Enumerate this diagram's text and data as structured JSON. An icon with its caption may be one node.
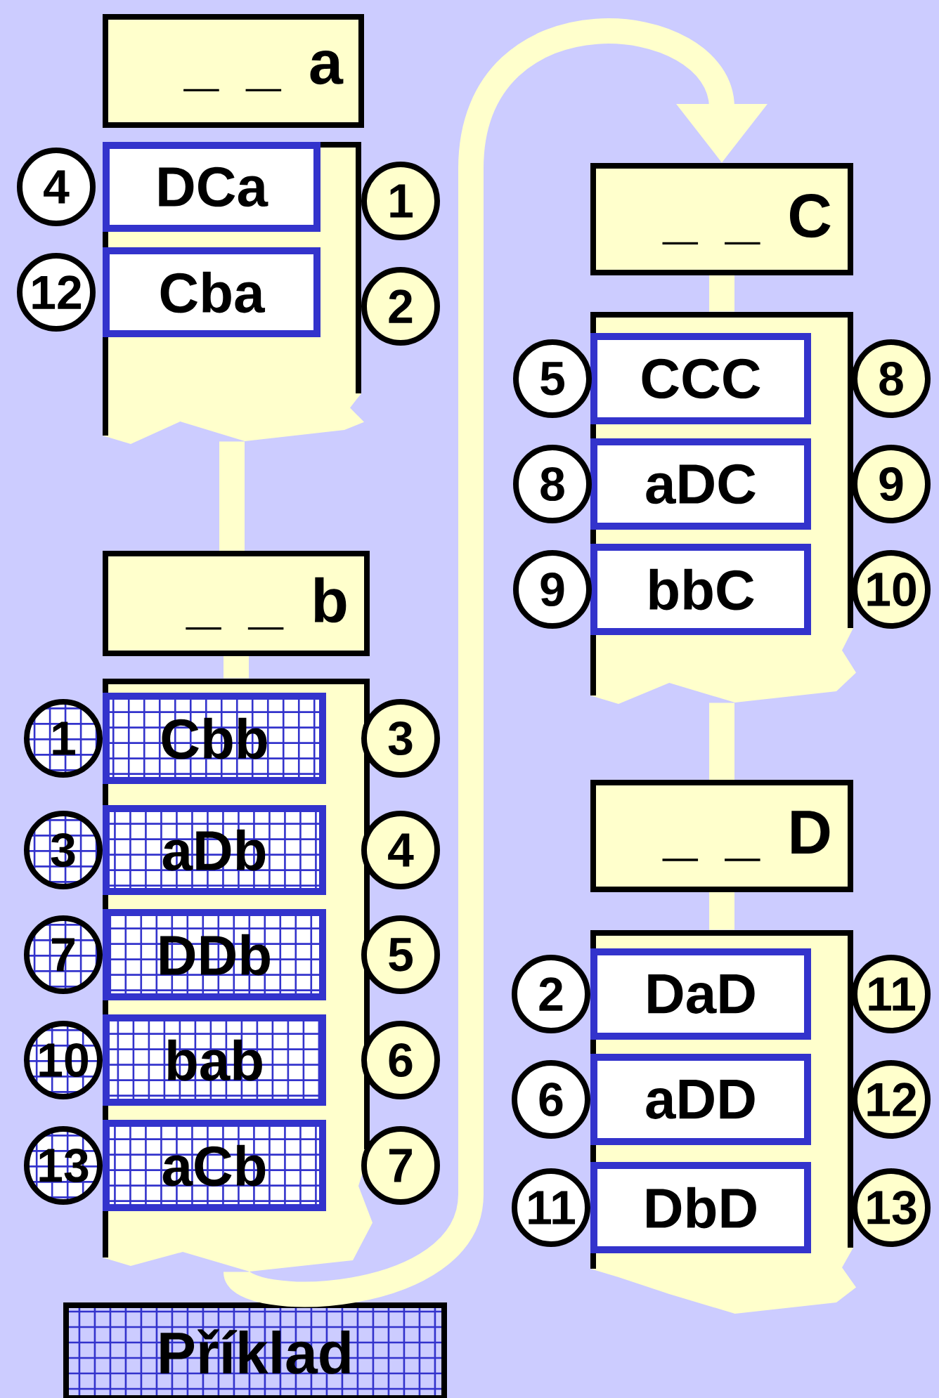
{
  "diagram": {
    "nodes": [
      {
        "text": [
          "_ _ a"
        ]
      },
      {
        "text": [],
        "shape": "box"
      },
      {
        "text": [
          "DCa"
        ],
        "in": 1
      },
      {
        "text": [
          "Cba"
        ],
        "in": 1
      },
      {
        "text": [
          "4"
        ]
      },
      {
        "text": [
          "1"
        ]
      },
      {
        "text": [
          "12"
        ]
      },
      {
        "text": [
          "2"
        ]
      },
      {
        "text": [
          "_ _ b"
        ]
      },
      {
        "text": [],
        "shape": "box"
      },
      {
        "text": [
          "Cbb"
        ],
        "in": 9
      },
      {
        "text": [
          "aDb"
        ],
        "in": 9
      },
      {
        "text": [
          "DDb"
        ],
        "in": 9
      },
      {
        "text": [
          "bab"
        ],
        "in": 9
      },
      {
        "text": [
          "aCb"
        ],
        "in": 9
      },
      {
        "text": [
          "1"
        ]
      },
      {
        "text": [
          "3"
        ]
      },
      {
        "text": [
          "3"
        ]
      },
      {
        "text": [
          "4"
        ]
      },
      {
        "text": [
          "7"
        ]
      },
      {
        "text": [
          "5"
        ]
      },
      {
        "text": [
          "10"
        ]
      },
      {
        "text": [
          "6"
        ]
      },
      {
        "text": [
          "13"
        ]
      },
      {
        "text": [
          "7"
        ]
      },
      {
        "text": [
          "_ _ C"
        ]
      },
      {
        "text": [],
        "shape": "box"
      },
      {
        "text": [
          "CCC"
        ],
        "in": 26
      },
      {
        "text": [
          "aDC"
        ],
        "in": 26
      },
      {
        "text": [
          "bbC"
        ],
        "in": 26
      },
      {
        "text": [
          "5"
        ]
      },
      {
        "text": [
          "8"
        ]
      },
      {
        "text": [
          "8"
        ]
      },
      {
        "text": [
          "9"
        ]
      },
      {
        "text": [
          "9"
        ]
      },
      {
        "text": [
          "10"
        ]
      },
      {
        "text": [
          "_ _ D"
        ]
      },
      {
        "text": [],
        "shape": "box"
      },
      {
        "text": [
          "DaD"
        ],
        "in": 37
      },
      {
        "text": [
          "aDD"
        ],
        "in": 37
      },
      {
        "text": [
          "DbD"
        ],
        "in": 37
      },
      {
        "text": [
          "2"
        ]
      },
      {
        "text": [
          "11"
        ]
      },
      {
        "text": [
          "6"
        ]
      },
      {
        "text": [
          "12"
        ]
      },
      {
        "text": [
          "11"
        ]
      },
      {
        "text": [
          "13"
        ]
      },
      {
        "text": [
          "Příklad"
        ]
      }
    ],
    "edges": [
      {
        "from": 1,
        "to": 8,
        "arrow": "none"
      },
      {
        "from": 8,
        "to": 9,
        "arrow": "none"
      },
      {
        "from": 9,
        "to": 25,
        "arrow": "to"
      },
      {
        "from": 25,
        "to": 26,
        "arrow": "none"
      },
      {
        "from": 26,
        "to": 36,
        "arrow": "none"
      },
      {
        "from": 36,
        "to": 37,
        "arrow": "none"
      }
    ]
  }
}
